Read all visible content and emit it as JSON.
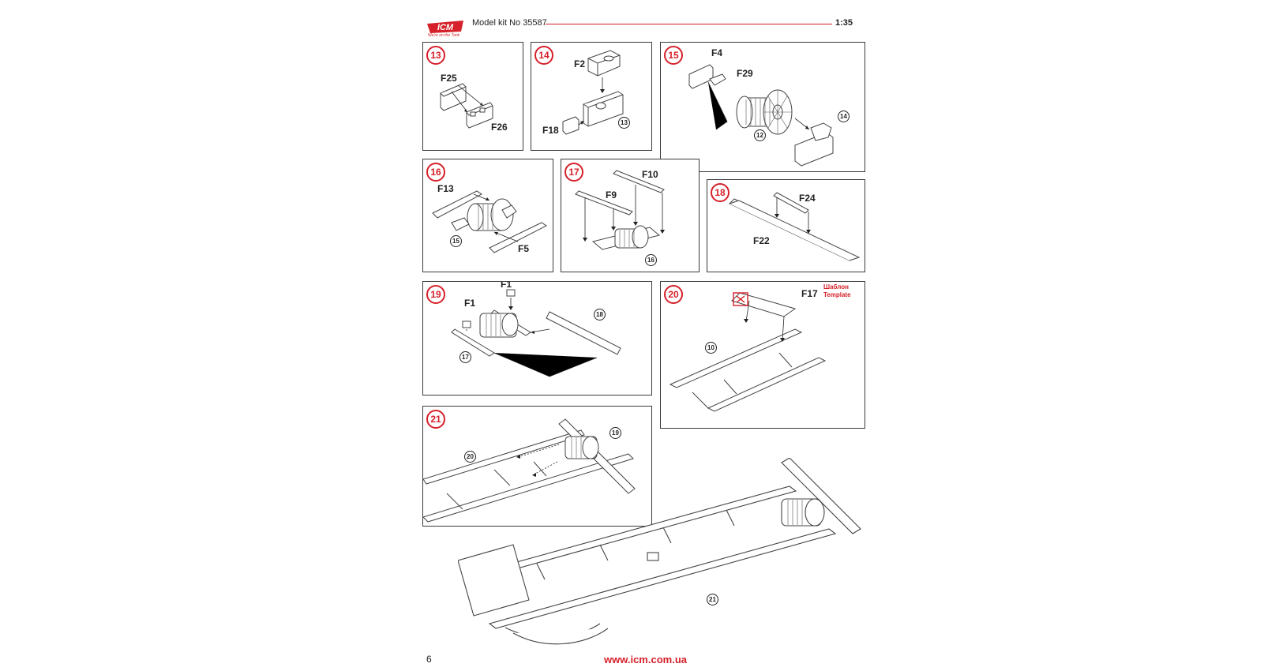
{
  "header": {
    "logo_text": "ICM",
    "logo_tagline": "We're on the Tank",
    "model_kit": "Model kit No 35587",
    "scale": "1:35"
  },
  "footer": {
    "page_number": "6",
    "website": "www.icm.com.ua"
  },
  "colors": {
    "accent": "#d6202a",
    "line": "#3a3a3a"
  },
  "steps": [
    {
      "num": "13",
      "labels": [
        "F25",
        "F26"
      ]
    },
    {
      "num": "14",
      "labels": [
        "F2",
        "F18"
      ],
      "refs": [
        "13"
      ]
    },
    {
      "num": "15",
      "labels": [
        "F4",
        "F29"
      ],
      "refs": [
        "12",
        "14"
      ]
    },
    {
      "num": "16",
      "labels": [
        "F13",
        "F5"
      ],
      "refs": [
        "15"
      ]
    },
    {
      "num": "17",
      "labels": [
        "F10",
        "F9"
      ],
      "refs": [
        "16"
      ]
    },
    {
      "num": "18",
      "labels": [
        "F24",
        "F22"
      ]
    },
    {
      "num": "19",
      "labels": [
        "F1",
        "F1"
      ],
      "refs": [
        "18",
        "17"
      ]
    },
    {
      "num": "20",
      "labels": [
        "F17"
      ],
      "refs": [
        "10"
      ],
      "template_ru": "Шаблон",
      "template_en": "Template"
    },
    {
      "num": "21",
      "refs": [
        "19",
        "20"
      ]
    }
  ],
  "final_ref": "21"
}
